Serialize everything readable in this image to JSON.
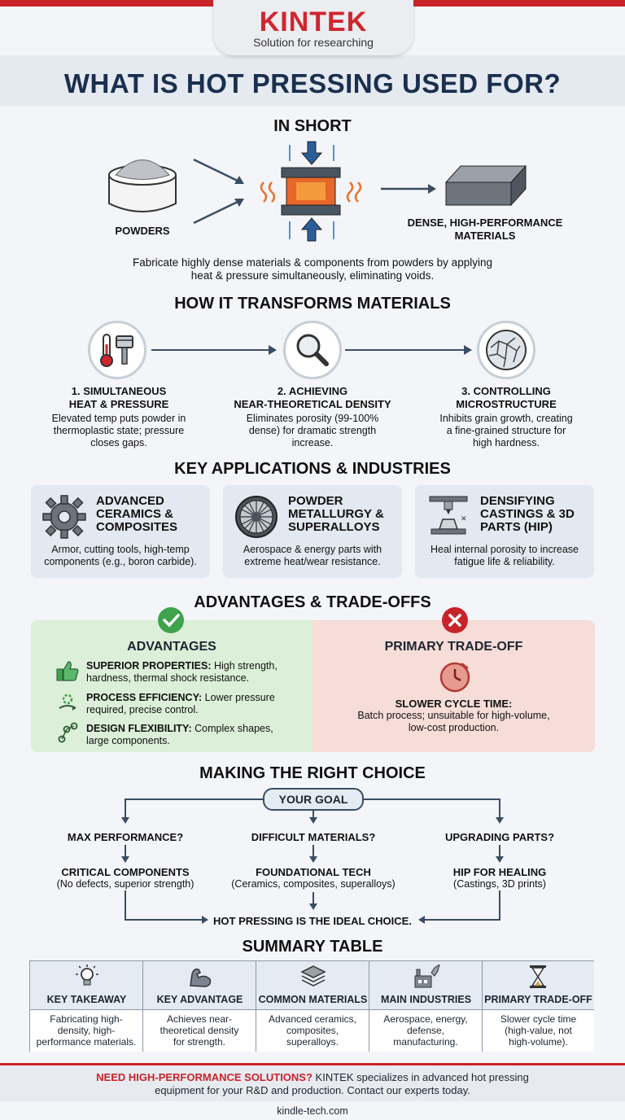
{
  "brand": {
    "name": "KINTEK",
    "tagline": "Solution for researching"
  },
  "title": "WHAT IS HOT PRESSING USED FOR?",
  "in_short": {
    "heading": "IN SHORT",
    "input_label": "POWDERS",
    "output_label_1": "DENSE, HIGH-PERFORMANCE",
    "output_label_2": "MATERIALS",
    "desc_1": "Fabricate highly dense materials & components from powders by applying",
    "desc_2": "heat & pressure simultaneously, eliminating voids."
  },
  "transform": {
    "heading": "HOW IT TRANSFORMS MATERIALS",
    "steps": [
      {
        "t1": "1. SIMULTANEOUS",
        "t2": "HEAT & PRESSURE",
        "d1": "Elevated temp puts powder in",
        "d2": "thermoplastic state; pressure",
        "d3": "closes gaps."
      },
      {
        "t1": "2. ACHIEVING",
        "t2": "NEAR-THEORETICAL DENSITY",
        "d1": "Eliminates porosity (99-100%",
        "d2": "dense) for dramatic strength",
        "d3": "increase."
      },
      {
        "t1": "3. CONTROLLING",
        "t2": "MICROSTRUCTURE",
        "d1": "Inhibits grain growth, creating",
        "d2": "a fine-grained structure for",
        "d3": "high hardness."
      }
    ]
  },
  "applications": {
    "heading": "KEY APPLICATIONS & INDUSTRIES",
    "cards": [
      {
        "t1": "ADVANCED",
        "t2": "CERAMICS &",
        "t3": "COMPOSITES",
        "d1": "Armor, cutting tools, high-temp",
        "d2": "components (e.g., boron carbide)."
      },
      {
        "t1": "POWDER",
        "t2": "METALLURGY &",
        "t3": "SUPERALLOYS",
        "d1": "Aerospace & energy parts with",
        "d2": "extreme heat/wear resistance."
      },
      {
        "t1": "DENSIFYING",
        "t2": "CASTINGS & 3D",
        "t3": "PARTS (HIP)",
        "d1": "Heal internal porosity to increase",
        "d2": "fatigue life & reliability."
      }
    ]
  },
  "tradeoffs": {
    "heading": "ADVANTAGES & TRADE-OFFS",
    "adv_heading": "ADVANTAGES",
    "adv": [
      {
        "label": "SUPERIOR PROPERTIES:",
        "text": " High strength,",
        "line2": "hardness, thermal shock resistance."
      },
      {
        "label": "PROCESS EFFICIENCY:",
        "text": " Lower pressure",
        "line2": "required, precise control."
      },
      {
        "label": "DESIGN FLEXIBILITY:",
        "text": " Complex shapes,",
        "line2": "large components."
      }
    ],
    "trade_heading": "PRIMARY TRADE-OFF",
    "trade_label": "SLOWER CYCLE TIME:",
    "trade_d1": "Batch process; unsuitable for high-volume,",
    "trade_d2": "low-cost production."
  },
  "choice": {
    "heading": "MAKING THE RIGHT CHOICE",
    "goal": "YOUR GOAL",
    "branches": [
      {
        "q": "MAX PERFORMANCE?",
        "a": "CRITICAL COMPONENTS",
        "n": "(No defects, superior strength)"
      },
      {
        "q": "DIFFICULT MATERIALS?",
        "a": "FOUNDATIONAL TECH",
        "n": "(Ceramics, composites, superalloys)"
      },
      {
        "q": "UPGRADING PARTS?",
        "a": "HIP FOR HEALING",
        "n": "(Castings, 3D prints)"
      }
    ],
    "conclusion": "HOT PRESSING IS THE IDEAL CHOICE."
  },
  "summary": {
    "heading": "SUMMARY TABLE",
    "cols": [
      {
        "h": "KEY TAKEAWAY",
        "d1": "Fabricating high-",
        "d2": "density, high-",
        "d3": "performance materials."
      },
      {
        "h": "KEY ADVANTAGE",
        "d1": "Achieves near-",
        "d2": "theoretical density",
        "d3": "for strength."
      },
      {
        "h": "COMMON MATERIALS",
        "d1": "Advanced ceramics,",
        "d2": "composites,",
        "d3": "superalloys."
      },
      {
        "h": "MAIN INDUSTRIES",
        "d1": "Aerospace, energy,",
        "d2": "defense,",
        "d3": "manufacturing."
      },
      {
        "h": "PRIMARY TRADE-OFF",
        "d1": "Slower cycle time",
        "d2": "(high-value, not",
        "d3": "high-volume)."
      }
    ]
  },
  "footer": {
    "cta_strong": "NEED HIGH-PERFORMANCE SOLUTIONS?",
    "cta_rest": " KINTEK specializes in advanced hot pressing",
    "cta_line2": "equipment for your R&D and production. Contact our experts today.",
    "site": "kindle-tech.com"
  },
  "colors": {
    "brand_red": "#c8232b",
    "navy": "#1b2f4e",
    "adv_green": "#dcefd9",
    "trade_red": "#f6ddd8"
  }
}
